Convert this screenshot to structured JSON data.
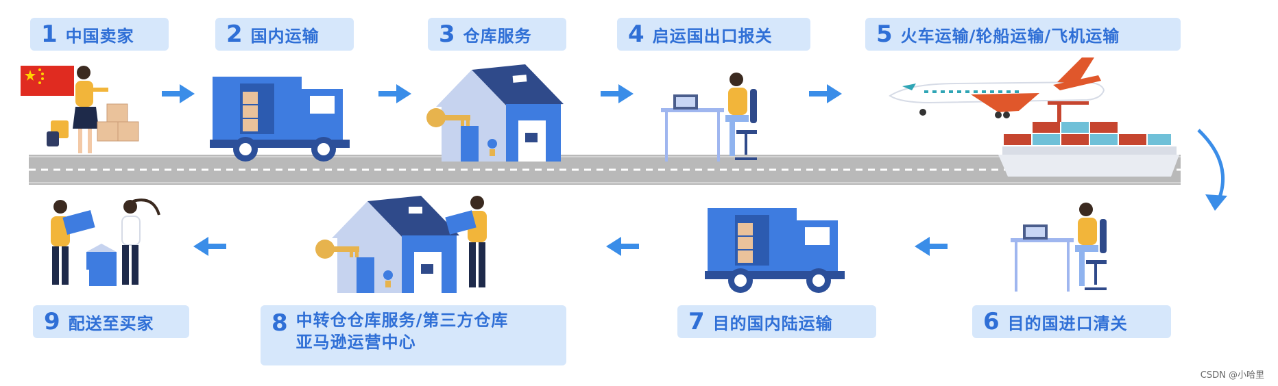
{
  "steps": [
    {
      "num": "1",
      "label": "中国卖家"
    },
    {
      "num": "2",
      "label": "国内运输"
    },
    {
      "num": "3",
      "label": "仓库服务"
    },
    {
      "num": "4",
      "label": "启运国出口报关"
    },
    {
      "num": "5",
      "label": "火车运输/轮船运输/飞机运输"
    },
    {
      "num": "6",
      "label": "目的国进口清关"
    },
    {
      "num": "7",
      "label": "目的国内陆运输"
    },
    {
      "num": "8",
      "label": "中转仓仓库服务/第三方仓库",
      "label2": "亚马逊运营中心"
    },
    {
      "num": "9",
      "label": "配送至买家"
    }
  ],
  "watermark": "CSDN @小哈里",
  "colors": {
    "accent": "#2f6fd6",
    "label_bg": "#d6e7fb",
    "road": "#b8b8b8",
    "arrow": "#3a8de8"
  }
}
